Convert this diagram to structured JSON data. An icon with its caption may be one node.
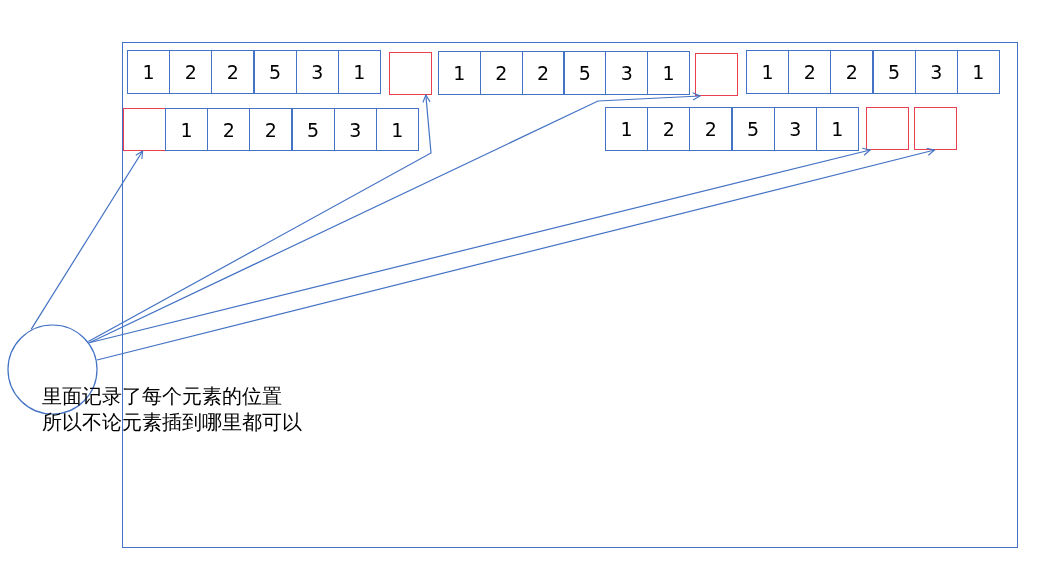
{
  "diagram": {
    "nodes": [
      {
        "text": [],
        "shape": "box"
      },
      {
        "text": [
          "1"
        ],
        "in": 0
      },
      {
        "text": [
          "2"
        ],
        "in": 0
      },
      {
        "text": [
          "2"
        ],
        "in": 0
      },
      {
        "text": [
          "5"
        ],
        "in": 0
      },
      {
        "text": [
          "3"
        ],
        "in": 0
      },
      {
        "text": [
          "1"
        ],
        "in": 0
      },
      {
        "text": [],
        "shape": "box",
        "in": 0
      },
      {
        "text": [
          "1"
        ],
        "in": 0
      },
      {
        "text": [
          "2"
        ],
        "in": 0
      },
      {
        "text": [
          "2"
        ],
        "in": 0
      },
      {
        "text": [
          "5"
        ],
        "in": 0
      },
      {
        "text": [
          "3"
        ],
        "in": 0
      },
      {
        "text": [
          "1"
        ],
        "in": 0
      },
      {
        "text": [],
        "shape": "box",
        "in": 0
      },
      {
        "text": [
          "1"
        ],
        "in": 0
      },
      {
        "text": [
          "2"
        ],
        "in": 0
      },
      {
        "text": [
          "2"
        ],
        "in": 0
      },
      {
        "text": [
          "5"
        ],
        "in": 0
      },
      {
        "text": [
          "3"
        ],
        "in": 0
      },
      {
        "text": [
          "1"
        ],
        "in": 0
      },
      {
        "text": [],
        "shape": "box",
        "in": 0
      },
      {
        "text": [
          "1"
        ],
        "in": 0
      },
      {
        "text": [
          "2"
        ],
        "in": 0
      },
      {
        "text": [
          "2"
        ],
        "in": 0
      },
      {
        "text": [
          "5"
        ],
        "in": 0
      },
      {
        "text": [
          "3"
        ],
        "in": 0
      },
      {
        "text": [
          "1"
        ],
        "in": 0
      },
      {
        "text": [
          "1"
        ],
        "in": 0
      },
      {
        "text": [
          "2"
        ],
        "in": 0
      },
      {
        "text": [
          "2"
        ],
        "in": 0
      },
      {
        "text": [
          "5"
        ],
        "in": 0
      },
      {
        "text": [
          "3"
        ],
        "in": 0
      },
      {
        "text": [
          "1"
        ],
        "in": 0
      },
      {
        "text": [],
        "shape": "box",
        "in": 0
      },
      {
        "text": [],
        "shape": "box",
        "in": 0
      },
      {
        "text": [],
        "shape": "circle"
      }
    ],
    "edges": [
      {
        "from": 36,
        "to": 21,
        "arrow": "to"
      },
      {
        "from": 36,
        "to": 7,
        "arrow": "to"
      },
      {
        "from": 36,
        "to": 14,
        "arrow": "to"
      },
      {
        "from": 36,
        "to": 34,
        "arrow": "to"
      },
      {
        "from": 36,
        "to": 35,
        "arrow": "to"
      }
    ],
    "labels": [
      "里面记录了每个元素的位置",
      "所以不论元素插到哪里都可以"
    ]
  }
}
